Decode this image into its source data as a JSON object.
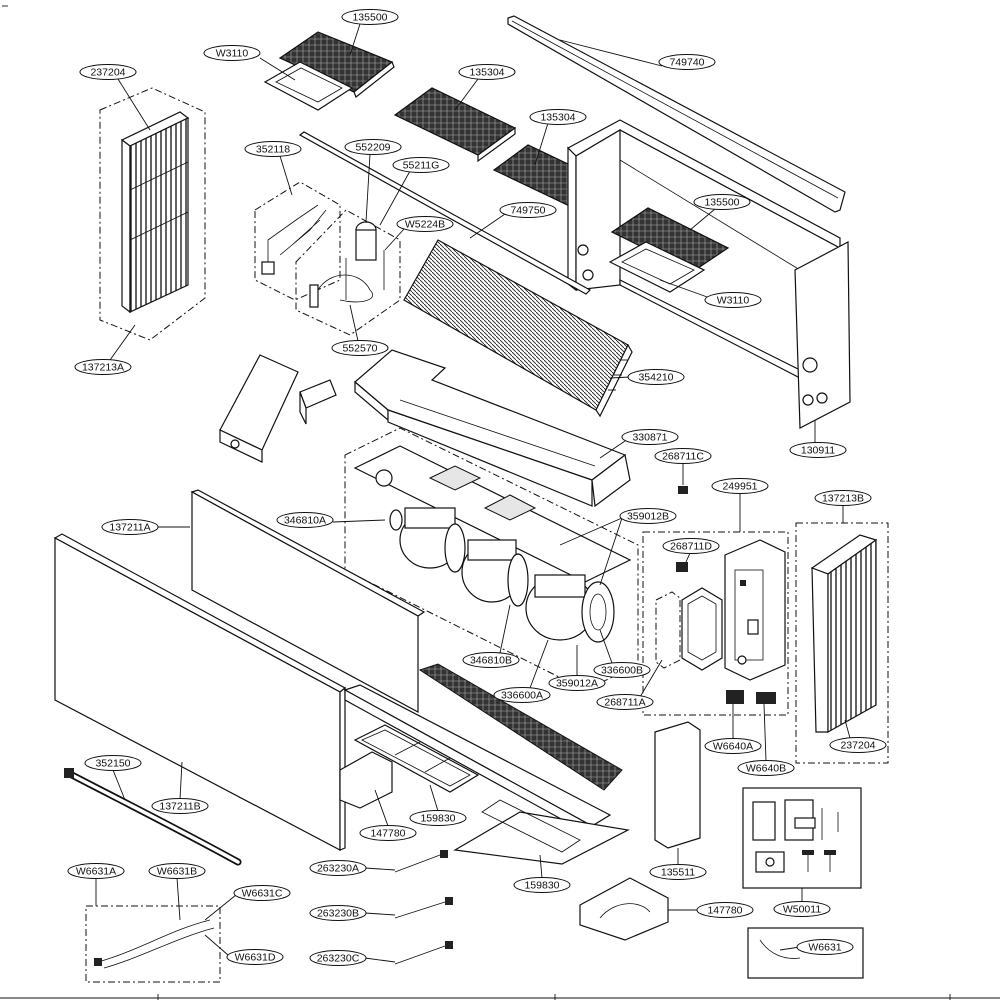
{
  "labels": {
    "p135500a": "135500",
    "pW3110a": "W3110",
    "p135304a": "135304",
    "p749740": "749740",
    "p237204a": "237204",
    "p135304b": "135304",
    "p352118": "352118",
    "p552209": "552209",
    "p55211G": "55211G",
    "pW5224B": "W5224B",
    "p749750": "749750",
    "p135500b": "135500",
    "pW3110b": "W3110",
    "p137213A": "137213A",
    "p552570": "552570",
    "p354210": "354210",
    "p130911": "130911",
    "p330871": "330871",
    "p268711C": "268711C",
    "p249951": "249951",
    "p137213B": "137213B",
    "p137211A": "137211A",
    "p346810A": "346810A",
    "p359012B": "359012B",
    "p268711D": "268711D",
    "p346810B": "346810B",
    "p336600B": "336600B",
    "p359012A": "359012A",
    "p336600A": "336600A",
    "p268711A": "268711A",
    "pW6640A": "W6640A",
    "p237204b": "237204",
    "pW6640B": "W6640B",
    "p352150": "352150",
    "p137211B": "137211B",
    "p159830a": "159830",
    "p147780a": "147780",
    "p263230A": "263230A",
    "p159830b": "159830",
    "p135511": "135511",
    "pW6631A": "W6631A",
    "pW6631B": "W6631B",
    "pW6631C": "W6631C",
    "p147780b": "147780",
    "pW50011": "W50011",
    "p263230B": "263230B",
    "pW6631D": "W6631D",
    "p263230C": "263230C",
    "pW6631": "W6631"
  }
}
